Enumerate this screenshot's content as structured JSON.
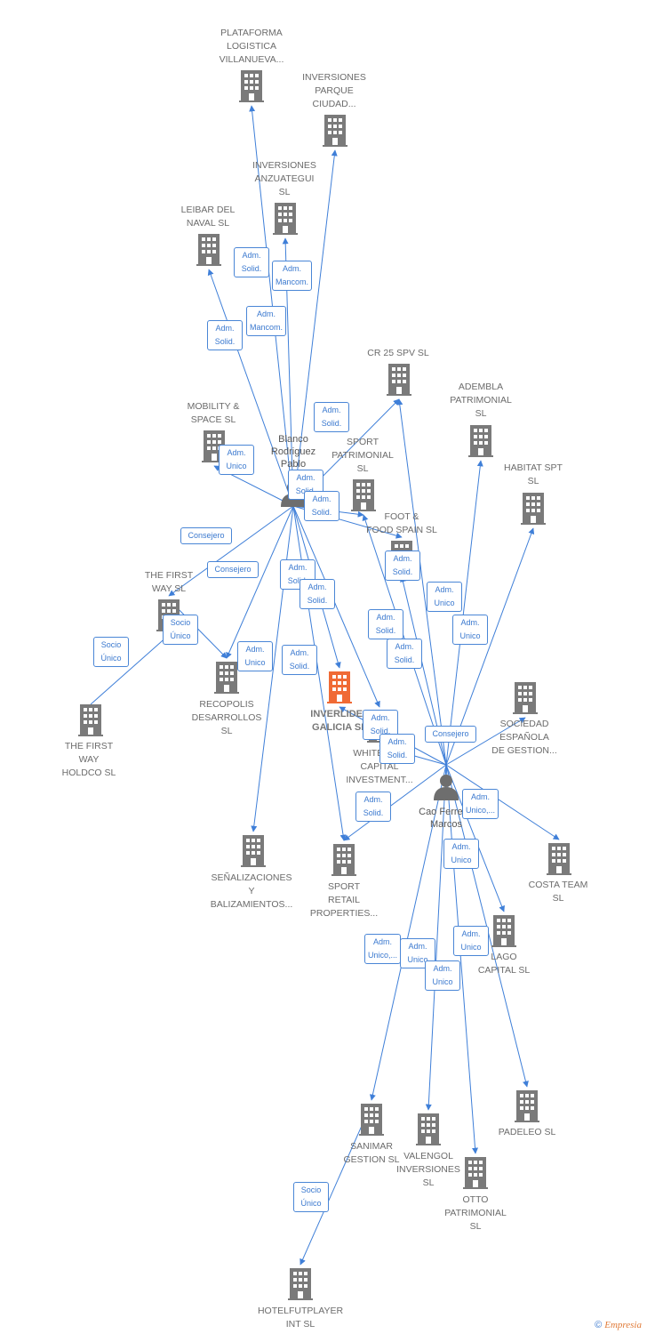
{
  "colors": {
    "edge": "#3f7fd8",
    "building": "#7a7a7a",
    "building_main": "#f06a35",
    "person": "#6e6e6e"
  },
  "icons": {
    "company": "building-icon",
    "person": "person-icon"
  },
  "persons": [
    {
      "id": "blanco",
      "label": "Blanco\nRodriguez\nPablo"
    },
    {
      "id": "cao",
      "label": "Cao Ferreira\nMarcos"
    }
  ],
  "companies": [
    {
      "id": "plataforma",
      "label": "PLATAFORMA\nLOGISTICA\nVILLANUEVA..."
    },
    {
      "id": "inv_parque",
      "label": "INVERSIONES\nPARQUE\nCIUDAD..."
    },
    {
      "id": "inv_anzuategui",
      "label": "INVERSIONES\nANZUATEGUI\nSL"
    },
    {
      "id": "leibar",
      "label": "LEIBAR DEL\nNAVAL  SL"
    },
    {
      "id": "cr25",
      "label": "CR 25 SPV  SL"
    },
    {
      "id": "adembla",
      "label": "ADEMBLA\nPATRIMONIAL\nSL"
    },
    {
      "id": "habitat",
      "label": "HABITAT SPT\nSL"
    },
    {
      "id": "mobility",
      "label": "MOBILITY &\nSPACE  SL"
    },
    {
      "id": "sport_patr",
      "label": "SPORT\nPATRIMONIAL\nSL"
    },
    {
      "id": "foot",
      "label": "FOOT &\nFOOD SPAIN  SL"
    },
    {
      "id": "first_way",
      "label": "THE FIRST\nWAY  SL"
    },
    {
      "id": "first_way_holdco",
      "label": "THE FIRST\nWAY\nHOLDCO  SL"
    },
    {
      "id": "recopolis",
      "label": "RECOPOLIS\nDESARROLLOS\nSL"
    },
    {
      "id": "inverlidel",
      "label": "INVERLIDEL\nGALICIA  SL"
    },
    {
      "id": "white",
      "label": "WHITE SAIL\nCAPITAL\nINVESTMENT..."
    },
    {
      "id": "sociedad",
      "label": "SOCIEDAD\nESPAÑOLA\nDE GESTION..."
    },
    {
      "id": "senal",
      "label": "SEÑALIZACIONES\nY\nBALIZAMIENTOS..."
    },
    {
      "id": "sport_retail",
      "label": "SPORT\nRETAIL\nPROPERTIES..."
    },
    {
      "id": "costa",
      "label": "COSTA TEAM\nSL"
    },
    {
      "id": "lago",
      "label": "LAGO\nCAPITAL  SL"
    },
    {
      "id": "sanimar",
      "label": "SANIMAR\nGESTION  SL"
    },
    {
      "id": "valengol",
      "label": "VALENGOL\nINVERSIONES\nSL"
    },
    {
      "id": "otto",
      "label": "OTTO\nPATRIMONIAL\nSL"
    },
    {
      "id": "padeleo",
      "label": "PADELEO  SL"
    },
    {
      "id": "hotelfut",
      "label": "HOTELFUTPLAYER\nINT  SL"
    }
  ],
  "edge_labels": [
    "Adm.\nSolid.",
    "Adm.\nMancom.",
    "Adm.\nMancom.",
    "Adm.\nSolid.",
    "Adm.\nSolid.",
    "Adm.\nUnico",
    "Adm.\nSolid.",
    "Adm.\nSolid.",
    "Consejero",
    "Consejero",
    "Adm.\nSolid.",
    "Adm.\nSolid.",
    "Adm.\nUnico",
    "Adm.\nSolid.",
    "Socio\nÚnico",
    "Socio\nÚnico",
    "Adm.\nSolid.",
    "Adm.\nSolid.",
    "Adm.\nUnico",
    "Adm.\nSolid.",
    "Adm.\nUnico",
    "Adm.\nSolid.",
    "Adm.\nSolid.",
    "Adm.\nSolid.",
    "Consejero",
    "Adm.\nSolid.",
    "Adm.\nUnico,...",
    "Adm.\nUnico",
    "Adm.\nUnico,...",
    "Adm.\nUnico",
    "Adm.\nUnico",
    "Adm.\nUnico",
    "Socio\nÚnico"
  ],
  "footer": {
    "copyright": "©",
    "brand": "Empresia"
  }
}
